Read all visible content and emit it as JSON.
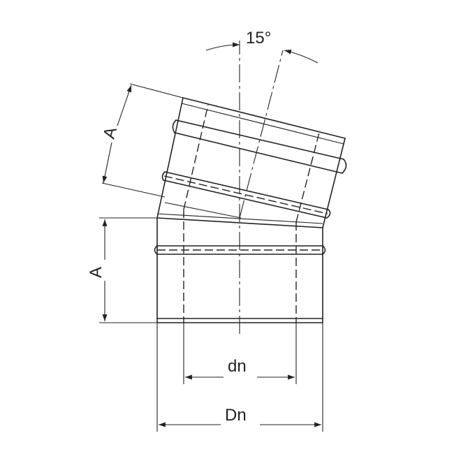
{
  "diagram": {
    "angle_label": "15°",
    "upper_section_label": "A",
    "lower_section_label": "A",
    "inner_diameter_label": "dn",
    "outer_diameter_label": "Dn"
  }
}
